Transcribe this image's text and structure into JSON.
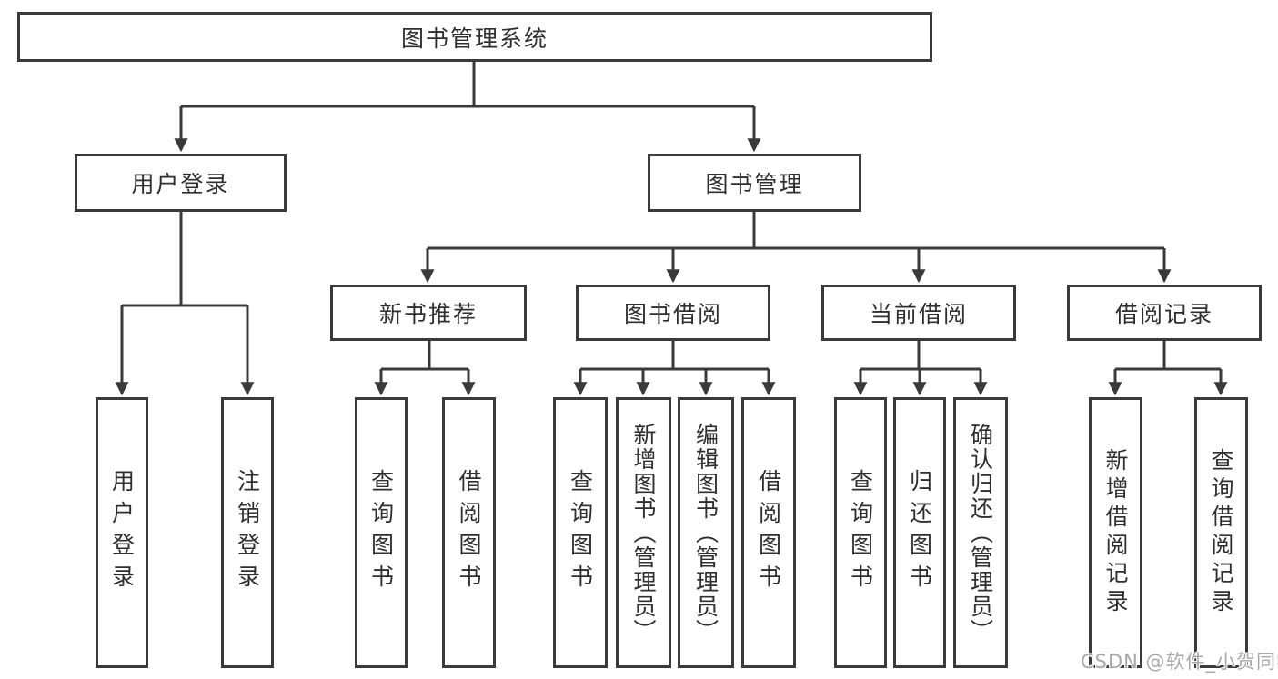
{
  "tree": {
    "label": "图书管理系统",
    "children": [
      {
        "label": "用户登录",
        "children": [
          {
            "label": "用户登录"
          },
          {
            "label": "注销登录"
          }
        ]
      },
      {
        "label": "图书管理",
        "children": [
          {
            "label": "新书推荐",
            "children": [
              {
                "label": "查询图书"
              },
              {
                "label": "借阅图书"
              }
            ]
          },
          {
            "label": "图书借阅",
            "children": [
              {
                "label": "查询图书"
              },
              {
                "label": "新增图书（管理员）"
              },
              {
                "label": "编辑图书（管理员）"
              },
              {
                "label": "借阅图书"
              }
            ]
          },
          {
            "label": "当前借阅",
            "children": [
              {
                "label": "查询图书"
              },
              {
                "label": "归还图书"
              },
              {
                "label": "确认归还（管理员）"
              }
            ]
          },
          {
            "label": "借阅记录",
            "children": [
              {
                "label": "新增借阅记录"
              },
              {
                "label": "查询借阅记录"
              }
            ]
          }
        ]
      }
    ]
  },
  "watermark": {
    "text": "CSDN @软件_小贺同学"
  },
  "colors": {
    "line": "#3a3a3a",
    "box_border": "#3a3a3a",
    "text": "#2f2f2f",
    "watermark": "#a9a9a9",
    "background": "#ffffff"
  }
}
